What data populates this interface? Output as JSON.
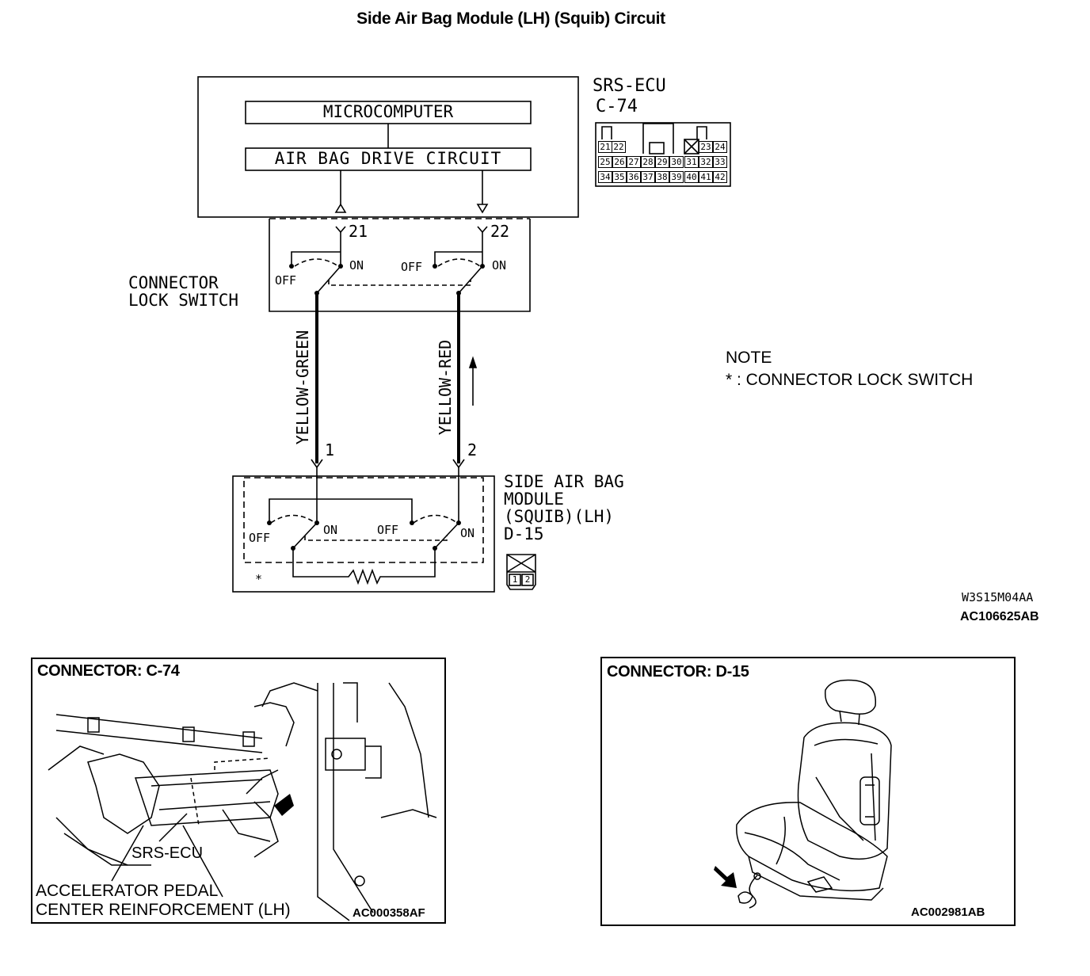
{
  "title": "Side Air Bag Module (LH) (Squib) Circuit",
  "ecu": {
    "name": "SRS-ECU",
    "connector": "C-74",
    "microcomputer": "MICROCOMPUTER",
    "drive_circuit": "AIR BAG DRIVE CIRCUIT",
    "terminal_left": "21",
    "terminal_right": "22",
    "pins_row1": [
      "21",
      "22",
      "23",
      "24"
    ],
    "pins_row2": [
      "25",
      "26",
      "27",
      "28",
      "29",
      "30",
      "31",
      "32",
      "33"
    ],
    "pins_row3": [
      "34",
      "35",
      "36",
      "37",
      "38",
      "39",
      "40",
      "41",
      "42"
    ]
  },
  "lock_switch": {
    "label_line1": "CONNECTOR",
    "label_line2": "LOCK SWITCH",
    "off": "OFF",
    "on": "ON"
  },
  "wires": {
    "left_color": "YELLOW-GREEN",
    "right_color": "YELLOW-RED",
    "left_pin": "1",
    "right_pin": "2"
  },
  "module": {
    "line1": "SIDE AIR BAG",
    "line2": "MODULE",
    "line3": "(SQUIB)(LH)",
    "connector": "D-15",
    "pins": [
      "1",
      "2"
    ],
    "asterisk": "*"
  },
  "note": {
    "heading": "NOTE",
    "text": "* : CONNECTOR LOCK SWITCH"
  },
  "codes": {
    "code1": "W3S15M04AA",
    "code2": "AC106625AB"
  },
  "panel_c74": {
    "heading": "CONNECTOR: C-74",
    "label_ecu": "SRS-ECU",
    "label_pedal1": "ACCELERATOR PEDAL",
    "label_pedal2": "CENTER REINFORCEMENT (LH)",
    "code": "AC000358AF"
  },
  "panel_d15": {
    "heading": "CONNECTOR: D-15",
    "code": "AC002981AB"
  }
}
